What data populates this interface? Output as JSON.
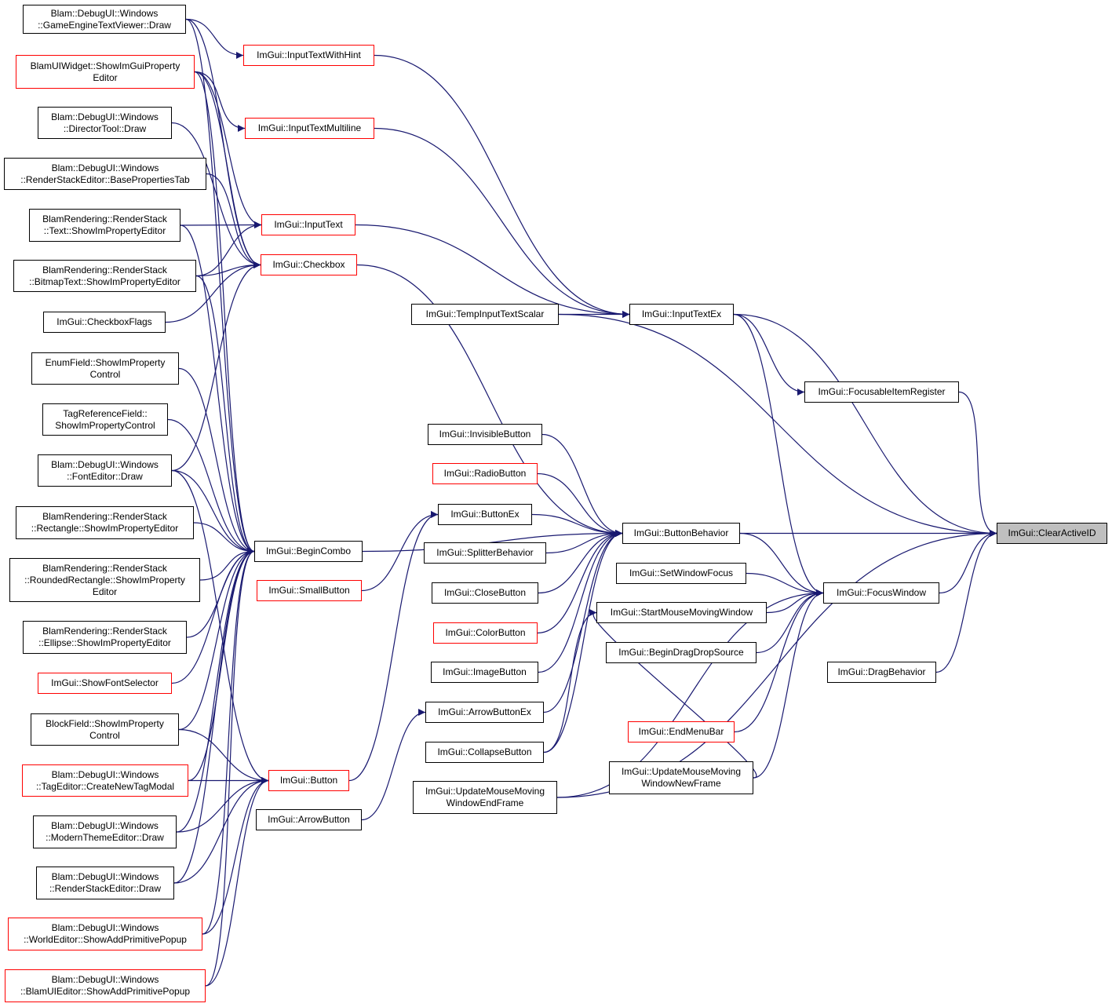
{
  "colors": {
    "edge": "#191970",
    "red_border": "#ff0000",
    "normal_border": "#000000",
    "root_fill": "#bfbfbf"
  },
  "nodes": {
    "gameEngineTextViewer": {
      "lines": [
        "Blam::DebugUI::Windows",
        "::GameEngineTextViewer::Draw"
      ],
      "red": false
    },
    "showImGuiPropertyEditor": {
      "lines": [
        "BlamUIWidget::ShowImGuiProperty",
        "Editor"
      ],
      "red": true
    },
    "directorTool": {
      "lines": [
        "Blam::DebugUI::Windows",
        "::DirectorTool::Draw"
      ],
      "red": false
    },
    "basePropertiesTab": {
      "lines": [
        "Blam::DebugUI::Windows",
        "::RenderStackEditor::BasePropertiesTab"
      ],
      "red": false
    },
    "textShowIm": {
      "lines": [
        "BlamRendering::RenderStack",
        "::Text::ShowImPropertyEditor"
      ],
      "red": false
    },
    "bitmapTextShowIm": {
      "lines": [
        "BlamRendering::RenderStack",
        "::BitmapText::ShowImPropertyEditor"
      ],
      "red": false
    },
    "checkboxFlags": {
      "lines": [
        "ImGui::CheckboxFlags"
      ],
      "red": false
    },
    "enumField": {
      "lines": [
        "EnumField::ShowImProperty",
        "Control"
      ],
      "red": false
    },
    "tagReferenceField": {
      "lines": [
        "TagReferenceField::",
        "ShowImPropertyControl"
      ],
      "red": false
    },
    "fontEditor": {
      "lines": [
        "Blam::DebugUI::Windows",
        "::FontEditor::Draw"
      ],
      "red": false
    },
    "rectangleShowIm": {
      "lines": [
        "BlamRendering::RenderStack",
        "::Rectangle::ShowImPropertyEditor"
      ],
      "red": false
    },
    "roundedRectShowIm": {
      "lines": [
        "BlamRendering::RenderStack",
        "::RoundedRectangle::ShowImProperty",
        "Editor"
      ],
      "red": false
    },
    "ellipseShowIm": {
      "lines": [
        "BlamRendering::RenderStack",
        "::Ellipse::ShowImPropertyEditor"
      ],
      "red": false
    },
    "showFontSelector": {
      "lines": [
        "ImGui::ShowFontSelector"
      ],
      "red": true
    },
    "blockField": {
      "lines": [
        "BlockField::ShowImProperty",
        "Control"
      ],
      "red": false
    },
    "createNewTagModal": {
      "lines": [
        "Blam::DebugUI::Windows",
        "::TagEditor::CreateNewTagModal"
      ],
      "red": true
    },
    "modernThemeEditor": {
      "lines": [
        "Blam::DebugUI::Windows",
        "::ModernThemeEditor::Draw"
      ],
      "red": false
    },
    "renderStackEditorDraw": {
      "lines": [
        "Blam::DebugUI::Windows",
        "::RenderStackEditor::Draw"
      ],
      "red": false
    },
    "worldEditorPopup": {
      "lines": [
        "Blam::DebugUI::Windows",
        "::WorldEditor::ShowAddPrimitivePopup"
      ],
      "red": true
    },
    "blamUIEditorPopup": {
      "lines": [
        "Blam::DebugUI::Windows",
        "::BlamUIEditor::ShowAddPrimitivePopup"
      ],
      "red": true
    },
    "inputTextWithHint": {
      "lines": [
        "ImGui::InputTextWithHint"
      ],
      "red": true
    },
    "inputTextMultiline": {
      "lines": [
        "ImGui::InputTextMultiline"
      ],
      "red": true
    },
    "inputText": {
      "lines": [
        "ImGui::InputText"
      ],
      "red": true
    },
    "checkbox": {
      "lines": [
        "ImGui::Checkbox"
      ],
      "red": true
    },
    "beginCombo": {
      "lines": [
        "ImGui::BeginCombo"
      ],
      "red": false
    },
    "smallButton": {
      "lines": [
        "ImGui::SmallButton"
      ],
      "red": true
    },
    "button": {
      "lines": [
        "ImGui::Button"
      ],
      "red": true
    },
    "arrowButton": {
      "lines": [
        "ImGui::ArrowButton"
      ],
      "red": false
    },
    "tempInputTextScalar": {
      "lines": [
        "ImGui::TempInputTextScalar"
      ],
      "red": false
    },
    "invisibleButton": {
      "lines": [
        "ImGui::InvisibleButton"
      ],
      "red": false
    },
    "radioButton": {
      "lines": [
        "ImGui::RadioButton"
      ],
      "red": true
    },
    "buttonEx": {
      "lines": [
        "ImGui::ButtonEx"
      ],
      "red": false
    },
    "splitterBehavior": {
      "lines": [
        "ImGui::SplitterBehavior"
      ],
      "red": false
    },
    "closeButton": {
      "lines": [
        "ImGui::CloseButton"
      ],
      "red": false
    },
    "colorButton": {
      "lines": [
        "ImGui::ColorButton"
      ],
      "red": true
    },
    "imageButton": {
      "lines": [
        "ImGui::ImageButton"
      ],
      "red": false
    },
    "arrowButtonEx": {
      "lines": [
        "ImGui::ArrowButtonEx"
      ],
      "red": false
    },
    "collapseButton": {
      "lines": [
        "ImGui::CollapseButton"
      ],
      "red": false
    },
    "updateMouseMovingWindowEndFrame": {
      "lines": [
        "ImGui::UpdateMouseMoving",
        "WindowEndFrame"
      ],
      "red": false
    },
    "inputTextEx": {
      "lines": [
        "ImGui::InputTextEx"
      ],
      "red": false
    },
    "buttonBehavior": {
      "lines": [
        "ImGui::ButtonBehavior"
      ],
      "red": false
    },
    "setWindowFocus": {
      "lines": [
        "ImGui::SetWindowFocus"
      ],
      "red": false
    },
    "startMouseMovingWindow": {
      "lines": [
        "ImGui::StartMouseMovingWindow"
      ],
      "red": false
    },
    "beginDragDropSource": {
      "lines": [
        "ImGui::BeginDragDropSource"
      ],
      "red": false
    },
    "endMenuBar": {
      "lines": [
        "ImGui::EndMenuBar"
      ],
      "red": true
    },
    "updateMouseMovingWindowNewFrame": {
      "lines": [
        "ImGui::UpdateMouseMoving",
        "WindowNewFrame"
      ],
      "red": false
    },
    "focusableItemRegister": {
      "lines": [
        "ImGui::FocusableItemRegister"
      ],
      "red": false
    },
    "focusWindow": {
      "lines": [
        "ImGui::FocusWindow"
      ],
      "red": false
    },
    "dragBehavior": {
      "lines": [
        "ImGui::DragBehavior"
      ],
      "red": false
    },
    "clearActiveID": {
      "lines": [
        "ImGui::ClearActiveID"
      ],
      "red": false
    }
  },
  "edges": [
    [
      "gameEngineTextViewer",
      "inputTextWithHint"
    ],
    [
      "gameEngineTextViewer",
      "checkbox"
    ],
    [
      "gameEngineTextViewer",
      "beginCombo"
    ],
    [
      "showImGuiPropertyEditor",
      "inputTextMultiline"
    ],
    [
      "showImGuiPropertyEditor",
      "inputText"
    ],
    [
      "showImGuiPropertyEditor",
      "checkbox"
    ],
    [
      "showImGuiPropertyEditor",
      "beginCombo"
    ],
    [
      "directorTool",
      "checkbox"
    ],
    [
      "basePropertiesTab",
      "checkbox"
    ],
    [
      "textShowIm",
      "inputText"
    ],
    [
      "textShowIm",
      "beginCombo"
    ],
    [
      "bitmapTextShowIm",
      "inputText"
    ],
    [
      "bitmapTextShowIm",
      "checkbox"
    ],
    [
      "bitmapTextShowIm",
      "beginCombo"
    ],
    [
      "checkboxFlags",
      "checkbox"
    ],
    [
      "enumField",
      "beginCombo"
    ],
    [
      "tagReferenceField",
      "beginCombo"
    ],
    [
      "fontEditor",
      "checkbox"
    ],
    [
      "fontEditor",
      "beginCombo"
    ],
    [
      "fontEditor",
      "button"
    ],
    [
      "rectangleShowIm",
      "beginCombo"
    ],
    [
      "roundedRectShowIm",
      "beginCombo"
    ],
    [
      "ellipseShowIm",
      "beginCombo"
    ],
    [
      "showFontSelector",
      "beginCombo"
    ],
    [
      "blockField",
      "beginCombo"
    ],
    [
      "blockField",
      "button"
    ],
    [
      "createNewTagModal",
      "beginCombo"
    ],
    [
      "createNewTagModal",
      "button"
    ],
    [
      "modernThemeEditor",
      "beginCombo"
    ],
    [
      "modernThemeEditor",
      "button"
    ],
    [
      "renderStackEditorDraw",
      "beginCombo"
    ],
    [
      "renderStackEditorDraw",
      "button"
    ],
    [
      "worldEditorPopup",
      "beginCombo"
    ],
    [
      "worldEditorPopup",
      "button"
    ],
    [
      "blamUIEditorPopup",
      "beginCombo"
    ],
    [
      "blamUIEditorPopup",
      "button"
    ],
    [
      "inputTextWithHint",
      "inputTextEx"
    ],
    [
      "inputTextMultiline",
      "inputTextEx"
    ],
    [
      "inputText",
      "inputTextEx"
    ],
    [
      "checkbox",
      "buttonBehavior"
    ],
    [
      "beginCombo",
      "buttonBehavior"
    ],
    [
      "smallButton",
      "buttonEx"
    ],
    [
      "button",
      "buttonEx"
    ],
    [
      "arrowButton",
      "arrowButtonEx"
    ],
    [
      "tempInputTextScalar",
      "inputTextEx"
    ],
    [
      "tempInputTextScalar",
      "clearActiveID"
    ],
    [
      "invisibleButton",
      "buttonBehavior"
    ],
    [
      "radioButton",
      "buttonBehavior"
    ],
    [
      "buttonEx",
      "buttonBehavior"
    ],
    [
      "splitterBehavior",
      "buttonBehavior"
    ],
    [
      "closeButton",
      "buttonBehavior"
    ],
    [
      "colorButton",
      "buttonBehavior"
    ],
    [
      "imageButton",
      "buttonBehavior"
    ],
    [
      "arrowButtonEx",
      "buttonBehavior"
    ],
    [
      "collapseButton",
      "buttonBehavior"
    ],
    [
      "collapseButton",
      "startMouseMovingWindow"
    ],
    [
      "updateMouseMovingWindowEndFrame",
      "focusWindow"
    ],
    [
      "updateMouseMovingWindowEndFrame",
      "clearActiveID"
    ],
    [
      "inputTextEx",
      "focusableItemRegister"
    ],
    [
      "inputTextEx",
      "focusWindow"
    ],
    [
      "inputTextEx",
      "clearActiveID"
    ],
    [
      "buttonBehavior",
      "focusWindow"
    ],
    [
      "buttonBehavior",
      "clearActiveID"
    ],
    [
      "setWindowFocus",
      "focusWindow"
    ],
    [
      "startMouseMovingWindow",
      "focusWindow"
    ],
    [
      "beginDragDropSource",
      "focusWindow"
    ],
    [
      "endMenuBar",
      "focusWindow"
    ],
    [
      "updateMouseMovingWindowNewFrame",
      "focusWindow"
    ],
    [
      "updateMouseMovingWindowNewFrame",
      "startMouseMovingWindow"
    ],
    [
      "focusableItemRegister",
      "clearActiveID"
    ],
    [
      "focusWindow",
      "clearActiveID"
    ],
    [
      "dragBehavior",
      "clearActiveID"
    ]
  ]
}
